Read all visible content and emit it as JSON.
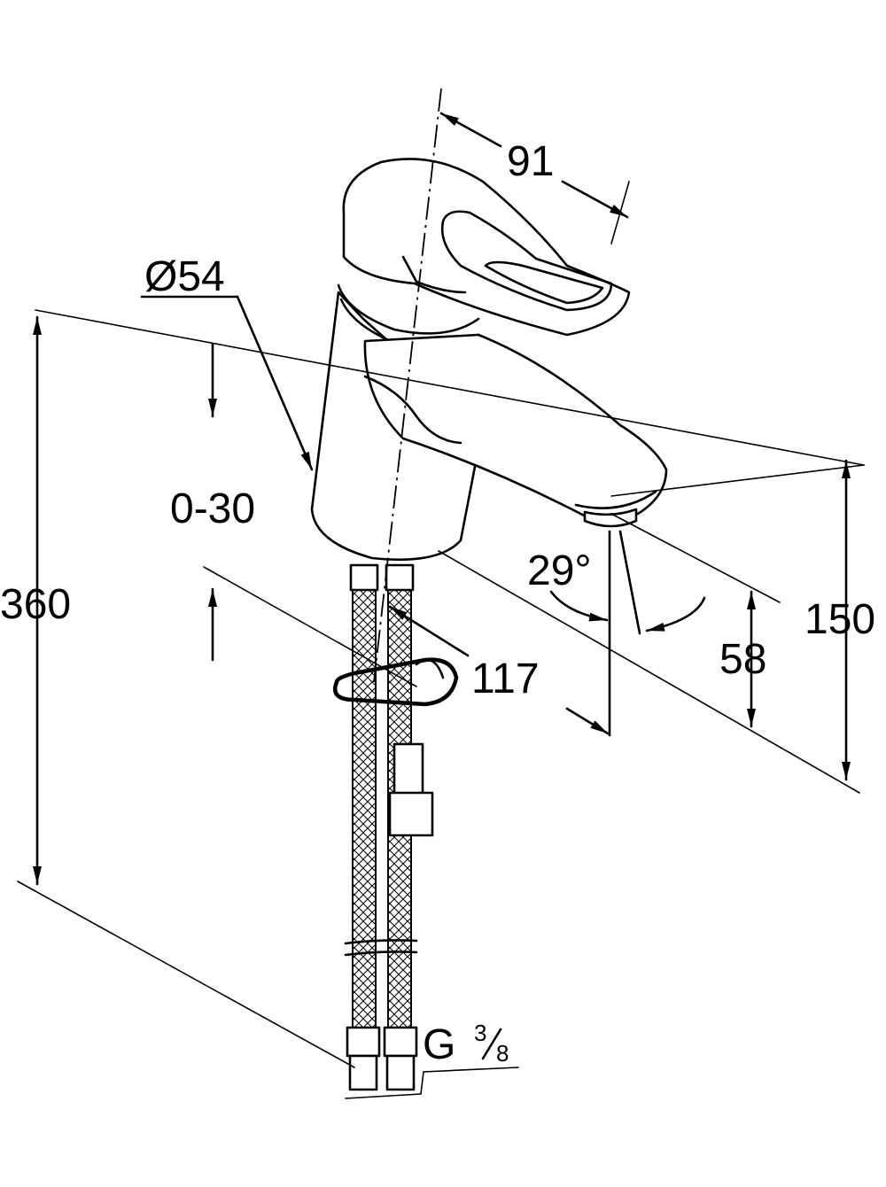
{
  "dimensions": {
    "width_top": "91",
    "diameter": "Ø54",
    "deck_range": "0-30",
    "total_height": "360",
    "spout_reach": "117",
    "angle": "29°",
    "spout_height": "58",
    "body_height": "150",
    "thread_letter": "G",
    "thread_num": "3",
    "thread_den": "8"
  },
  "colors": {
    "line": "#000000",
    "background": "#ffffff"
  }
}
